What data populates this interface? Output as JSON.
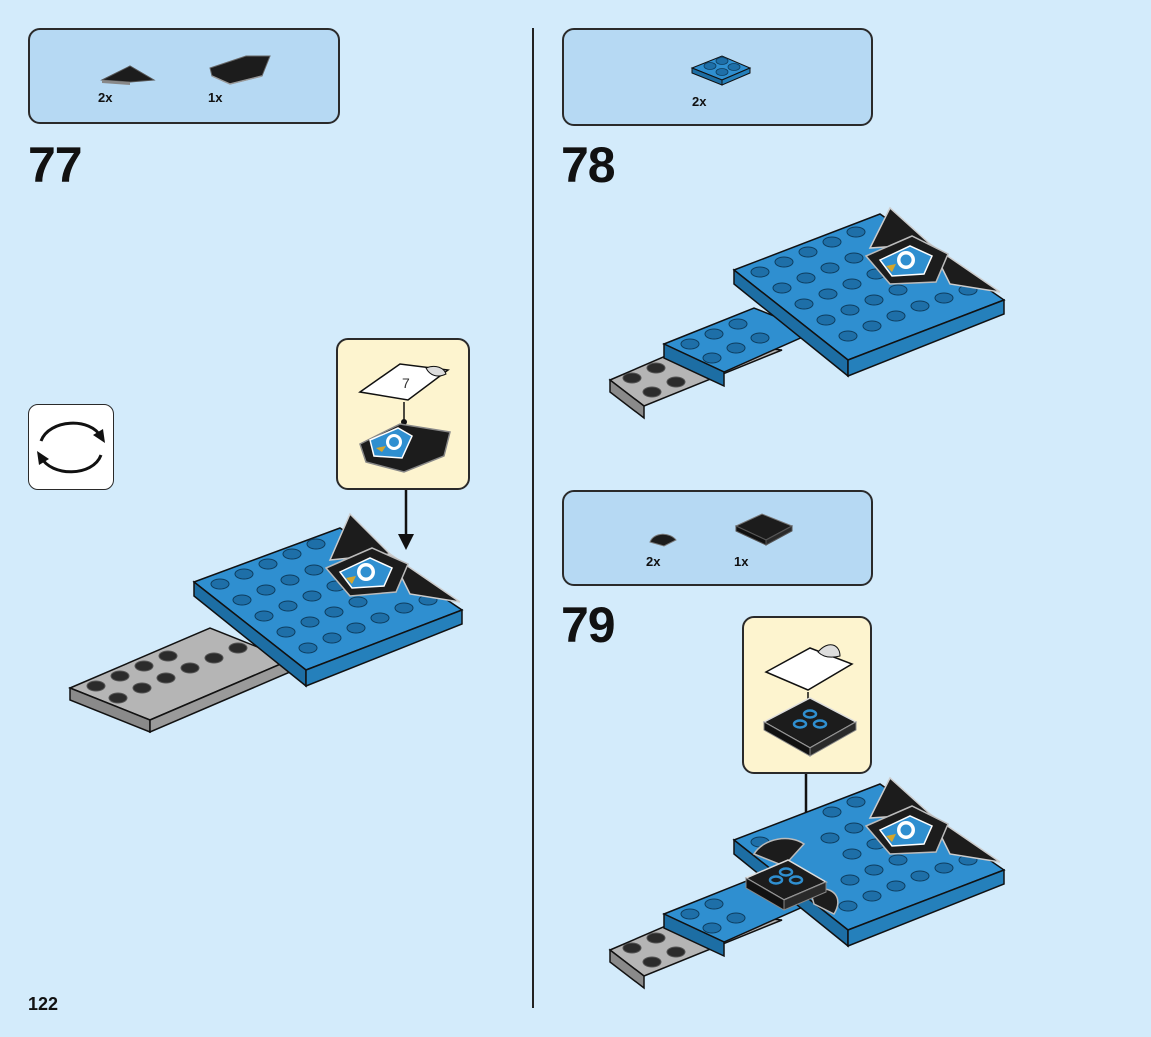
{
  "page": {
    "number": "122",
    "divider_color": "#222222"
  },
  "colors": {
    "background": "#d3ebfb",
    "parts_box": "#b6d9f3",
    "callout": "#fdf4cf",
    "brick_blue": "#2f8fd0",
    "brick_blue_dark": "#1d6ea4",
    "brick_gray": "#a6a6a6",
    "brick_black": "#1c1c1c"
  },
  "steps": [
    {
      "number": "77",
      "parts": [
        {
          "icon": "black-wedge-slope-piece-icon",
          "qty": "2x"
        },
        {
          "icon": "black-wing-plate-piece-icon",
          "qty": "1x"
        }
      ],
      "rotate_icon": "rotate-model-arrows-icon",
      "callout_icon": "sticker-application-icon"
    },
    {
      "number": "78",
      "parts": [
        {
          "icon": "blue-plate-2x2-piece-icon",
          "qty": "2x"
        }
      ]
    },
    {
      "number": "79",
      "parts": [
        {
          "icon": "black-round-tile-quarter-piece-icon",
          "qty": "2x"
        },
        {
          "icon": "black-tile-2x2-piece-icon",
          "qty": "1x"
        }
      ],
      "callout_icon": "sticker-application-icon"
    }
  ]
}
